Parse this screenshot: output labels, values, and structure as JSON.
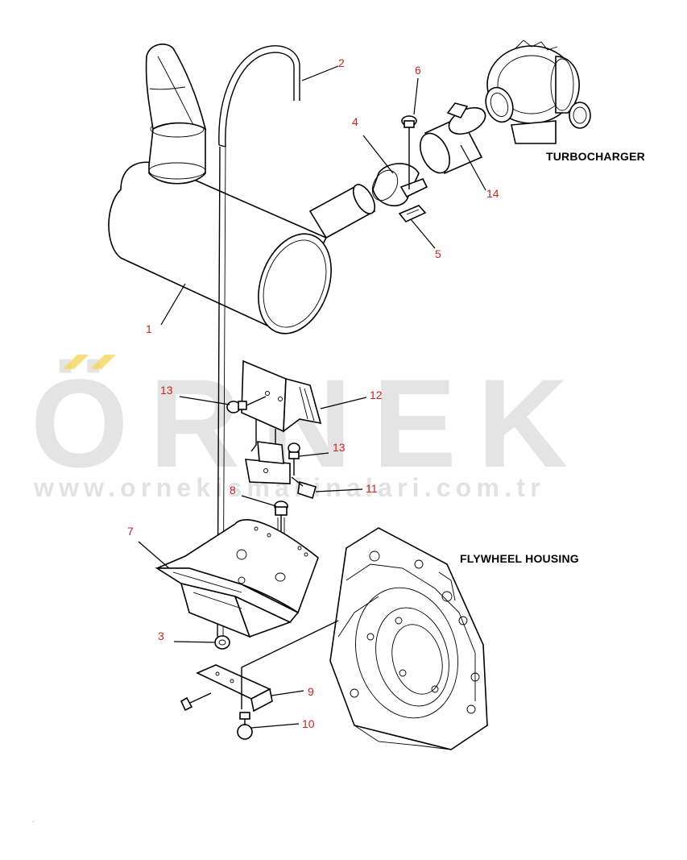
{
  "colors": {
    "callout": "#c8261e",
    "watermark": "#cfcfcf",
    "watermark_accent": "#f7d65c"
  },
  "watermark": {
    "logo": "ÖRNEK",
    "url": "www.ornekismakinalari.com.tr"
  },
  "titles": {
    "turbocharger": "TURBOCHARGER",
    "flywheel_housing": "FLYWHEEL HOUSING"
  },
  "callouts": [
    {
      "id": "1",
      "label": "1"
    },
    {
      "id": "2",
      "label": "2"
    },
    {
      "id": "3",
      "label": "3"
    },
    {
      "id": "4",
      "label": "4"
    },
    {
      "id": "5",
      "label": "5"
    },
    {
      "id": "6",
      "label": "6"
    },
    {
      "id": "7",
      "label": "7"
    },
    {
      "id": "8",
      "label": "8"
    },
    {
      "id": "9",
      "label": "9"
    },
    {
      "id": "10",
      "label": "10"
    },
    {
      "id": "11",
      "label": "11"
    },
    {
      "id": "12",
      "label": "12"
    },
    {
      "id": "13a",
      "label": "13"
    },
    {
      "id": "13b",
      "label": "13"
    },
    {
      "id": "14",
      "label": "14"
    }
  ],
  "footer_mark": "."
}
